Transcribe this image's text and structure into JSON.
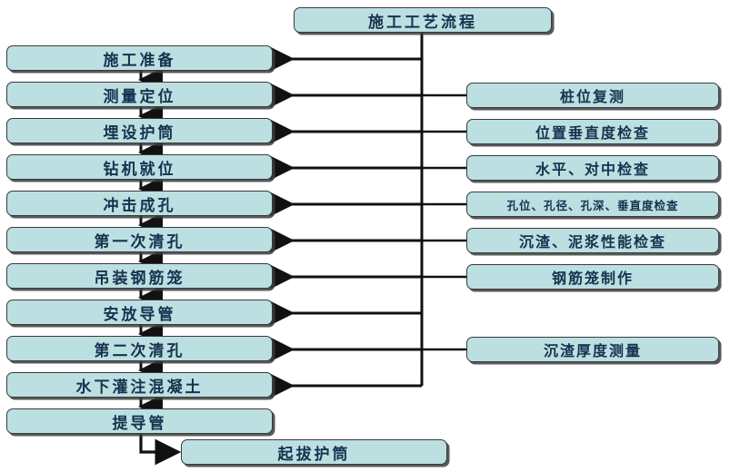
{
  "diagram": {
    "title": "施工工艺流程",
    "accent_fill": "#bcdfe1",
    "border_color": "#3a3a3a",
    "text_color": "#16324f",
    "background": "#ffffff"
  },
  "chart_data": {
    "type": "diagram",
    "title": "施工工艺流程",
    "orientation": "top-down-with-side-checks",
    "process_steps": [
      "施工准备",
      "测量定位",
      "埋设护筒",
      "钻机就位",
      "冲击成孔",
      "第一次清孔",
      "吊装钢筋笼",
      "安放导管",
      "第二次清孔",
      "水下灌注混凝土",
      "提导管"
    ],
    "check_items": [
      "桩位复测",
      "位置垂直度检查",
      "水平、对中检查",
      "孔位、孔径、孔深、垂直度检查",
      "沉渣、泥浆性能检查",
      "钢筋笼制作",
      "沉渣厚度测量"
    ],
    "terminal_step": "起拔护筒"
  },
  "nodes": {
    "title": "施工工艺流程",
    "steps": [
      {
        "label": "施工准备"
      },
      {
        "label": "测量定位"
      },
      {
        "label": "埋设护筒"
      },
      {
        "label": "钻机就位"
      },
      {
        "label": "冲击成孔"
      },
      {
        "label": "第一次清孔"
      },
      {
        "label": "吊装钢筋笼"
      },
      {
        "label": "安放导管"
      },
      {
        "label": "第二次清孔"
      },
      {
        "label": "水下灌注混凝土"
      },
      {
        "label": "提导管"
      }
    ],
    "checks": [
      {
        "label": "桩位复测"
      },
      {
        "label": "位置垂直度检查"
      },
      {
        "label": "水平、对中检查"
      },
      {
        "label": "孔位、孔径、孔深、垂直度检查"
      },
      {
        "label": "沉渣、泥浆性能检查"
      },
      {
        "label": "钢筋笼制作"
      },
      {
        "label": "沉渣厚度测量"
      }
    ],
    "terminal": "起拔护筒"
  }
}
